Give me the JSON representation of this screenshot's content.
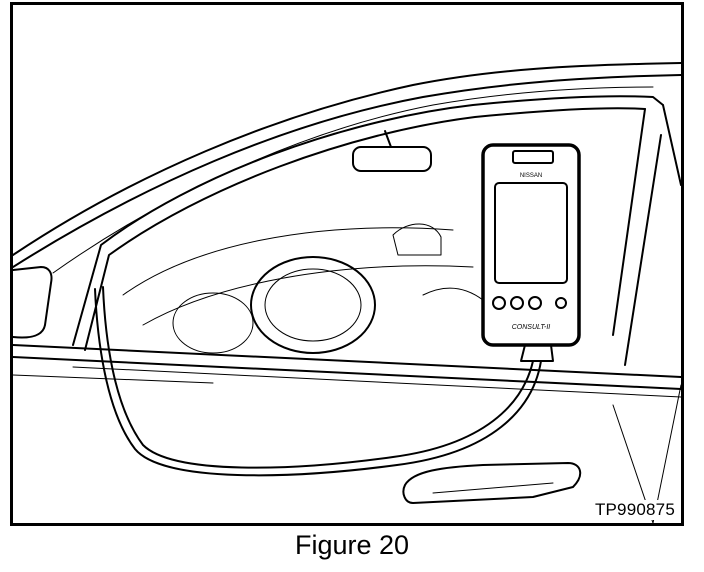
{
  "figure": {
    "reference_code": "TP990875",
    "caption": "Figure 20",
    "device_brand_text": "CONSULT-II",
    "device_top_label": "NISSAN"
  }
}
